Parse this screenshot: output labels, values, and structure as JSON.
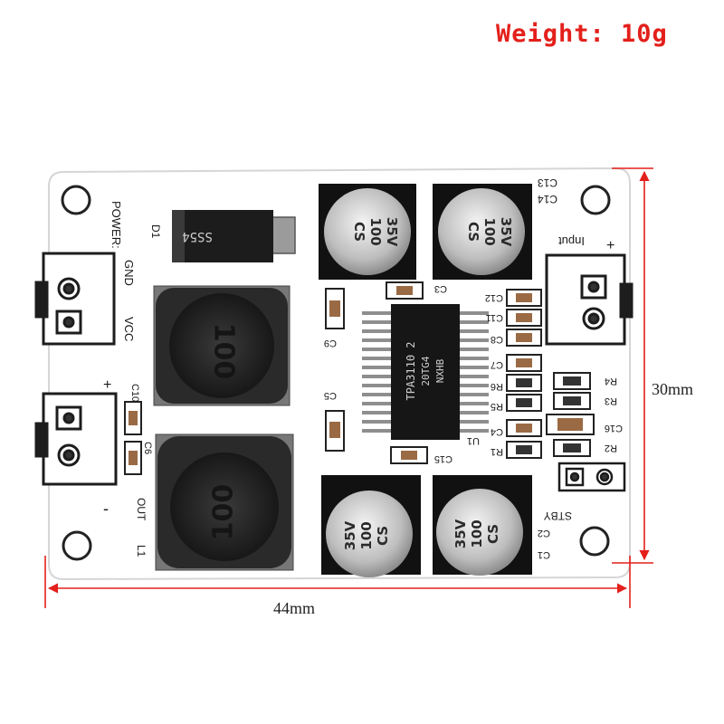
{
  "header": {
    "weight": "Weight: 10g"
  },
  "dimensions": {
    "width": "44mm",
    "height": "30mm"
  },
  "colors": {
    "accent": "#e3201b",
    "dimension_line": "#e3201b",
    "board": "#ffffff"
  },
  "board": {
    "silkscreen": {
      "power": "POWER:",
      "gnd": "GND",
      "vcc": "VCC",
      "plus_left": "+",
      "minus_left": "-",
      "out": "OUT",
      "input": "Input",
      "plus_right": "+",
      "stby": "STBY",
      "d1": "D1",
      "l1": "L1",
      "u1": "U1",
      "c13": "C13",
      "c14": "C14",
      "c12": "C12",
      "c11": "C11",
      "c8": "C8",
      "c7": "C7",
      "r6": "R6",
      "r5": "R5",
      "c4": "C4",
      "r1": "R1",
      "r4": "R4",
      "r3": "R3",
      "c16": "C16",
      "r2": "R2",
      "c3": "C3",
      "c9": "C9",
      "c10": "C10",
      "c6": "C6",
      "c5": "C5",
      "c15": "C15",
      "c2": "C2",
      "c1": "C1"
    },
    "chip": {
      "line1": "TPA3110 2",
      "line2": "20TG4",
      "line3": "NXHB"
    },
    "diode": {
      "marking": "SS54"
    },
    "inductors": {
      "top": "100",
      "bottom": "100"
    },
    "capacitors": {
      "brand": "CS",
      "value": "100",
      "voltage": "35V"
    }
  }
}
